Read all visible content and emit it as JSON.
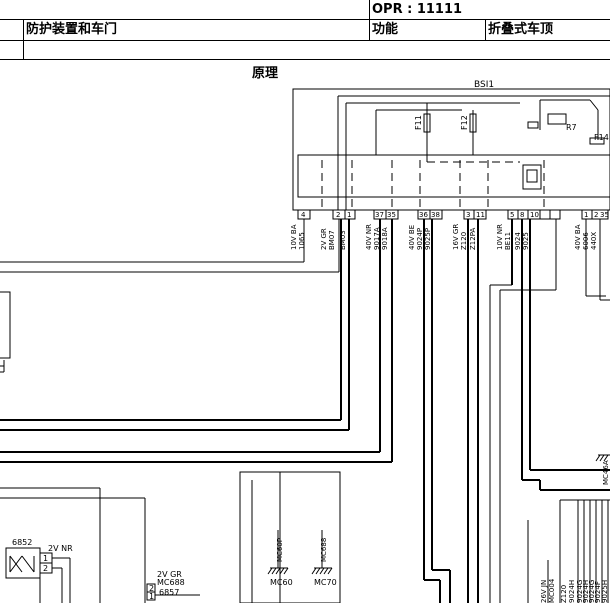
{
  "header": {
    "opr": "OPR : 11111",
    "section": "防护装置和车门",
    "func_label": "功能",
    "func_value": "折叠式车顶",
    "diagram_title": "原理"
  },
  "diagram": {
    "bsi_label": "BSI1",
    "fuses": [
      "F11",
      "F12"
    ],
    "relay": "R7",
    "f14": "F14",
    "pins": [
      "4",
      "2",
      "1",
      "37",
      "35",
      "36",
      "38",
      "3",
      "11",
      "5",
      "8",
      "10",
      "1",
      "2",
      "35"
    ],
    "wires": [
      "10V BA",
      "1065",
      "2V GR",
      "BM07",
      "BM03",
      "40V NR",
      "9017A",
      "9018A",
      "40V BE",
      "9024P",
      "9025P",
      "16V GR",
      "Z120",
      "Z12PA",
      "10V NR",
      "BE11",
      "9024",
      "9025",
      "40V BA",
      "6006",
      "440X"
    ],
    "bottom_left": {
      "ref": "6852",
      "color": "2V NR",
      "pins": [
        "1",
        "2"
      ]
    },
    "connector_mc688": {
      "wire": "2V GR",
      "label": "MC688",
      "ref": "6857",
      "pins": [
        "2",
        "1"
      ]
    },
    "ground_labels": [
      "MC60P",
      "MC688"
    ],
    "ground_names": [
      "MC60",
      "MC70"
    ],
    "right_side": {
      "label": "MC46A",
      "wires": [
        "26V JN",
        "MC004",
        "Z120",
        "9024H",
        "9024G",
        "9024H",
        "9024G",
        "9024F",
        "9025H"
      ]
    }
  }
}
